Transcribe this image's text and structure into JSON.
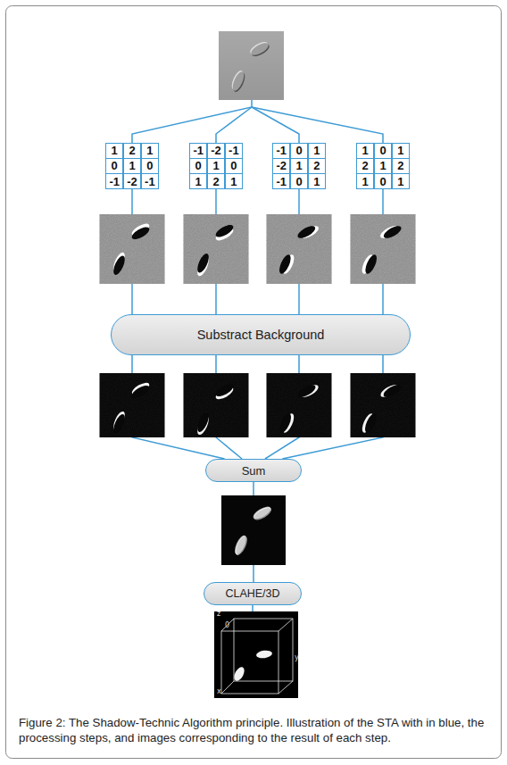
{
  "diagram": {
    "caption": "Figure 2: The Shadow-Technic Algorithm principle. Illustration of the STA with in blue, the processing steps, and images corresponding to the result of each step.",
    "nodes": [
      {
        "text": [
          "1",
          "2",
          "1",
          "0",
          "1",
          "0",
          "-1",
          "-2",
          "-1"
        ]
      },
      {
        "text": [
          "-1",
          "-2",
          "-1",
          "0",
          "1",
          "0",
          "1",
          "2",
          "1"
        ]
      },
      {
        "text": [
          "-1",
          "0",
          "1",
          "-2",
          "1",
          "2",
          "-1",
          "0",
          "1"
        ]
      },
      {
        "text": [
          "1",
          "0",
          "1",
          "2",
          "1",
          "2",
          "1",
          "0",
          "1"
        ]
      },
      {
        "text": [
          "Substract Background"
        ]
      },
      {
        "text": [
          "Sum"
        ]
      },
      {
        "text": [
          "CLAHE/3D"
        ]
      }
    ],
    "edges": [
      {
        "from": 0,
        "to": 4,
        "arrow": "none"
      },
      {
        "from": 1,
        "to": 4,
        "arrow": "none"
      },
      {
        "from": 2,
        "to": 4,
        "arrow": "none"
      },
      {
        "from": 3,
        "to": 4,
        "arrow": "none"
      },
      {
        "from": 4,
        "to": 5,
        "arrow": "none"
      },
      {
        "from": 5,
        "to": 6,
        "arrow": "none"
      }
    ],
    "labels": [
      "z",
      "0",
      "y",
      "x"
    ]
  }
}
